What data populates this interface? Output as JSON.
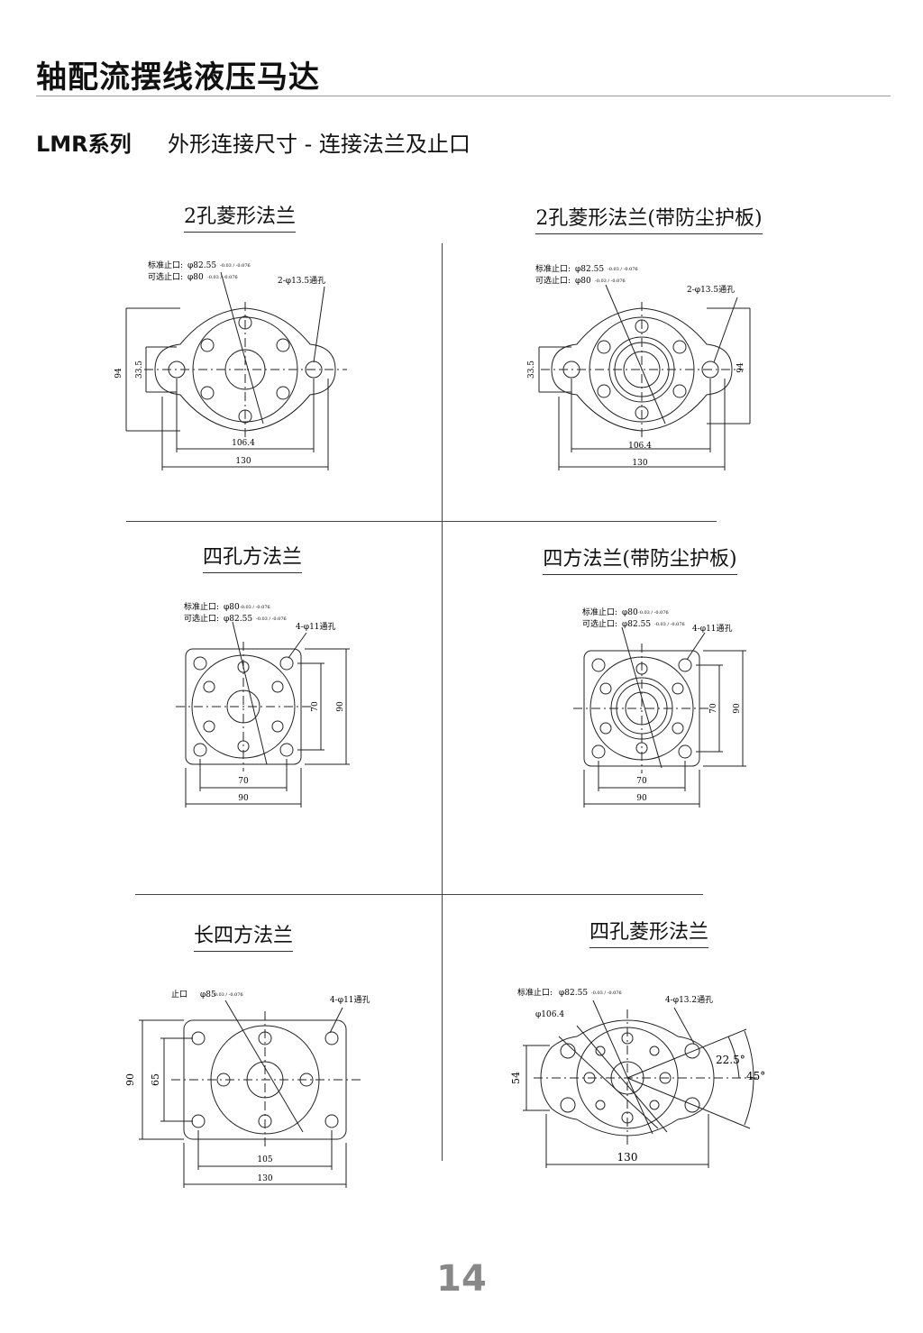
{
  "header": {
    "title": "轴配流摆线液压马达",
    "series": "LMR系列",
    "subtitle": "外形连接尺寸 - 连接法兰及止口"
  },
  "panels": {
    "p1": {
      "title": "2孔菱形法兰",
      "std_label": "标准止口:",
      "std_value": "φ82.55",
      "std_tol": "-0.03 / -0.076",
      "opt_label": "可选止口:",
      "opt_value": "φ80",
      "opt_tol": "-0.03 / -0.076",
      "hole_callout": "2-φ13.5通孔",
      "dim_h1": "94",
      "dim_h2": "33.5",
      "dim_w1": "106.4",
      "dim_w2": "130"
    },
    "p2": {
      "title": "2孔菱形法兰(带防尘护板)",
      "std_label": "标准止口:",
      "std_value": "φ82.55",
      "std_tol": "-0.03 / -0.076",
      "opt_label": "可选止口:",
      "opt_value": "φ80",
      "opt_tol": "-0.03 / -0.076",
      "hole_callout": "2-φ13.5通孔",
      "dim_h1": "94",
      "dim_h2": "33.5",
      "dim_w1": "106.4",
      "dim_w2": "130"
    },
    "p3": {
      "title": "四孔方法兰",
      "std_label": "标准止口:",
      "std_value": "φ80",
      "std_tol": "-0.03 / -0.076",
      "opt_label": "可选止口:",
      "opt_value": "φ82.55",
      "opt_tol": "-0.03 / -0.076",
      "hole_callout": "4-φ11通孔",
      "dim_h1": "70",
      "dim_h2": "90",
      "dim_w1": "70",
      "dim_w2": "90"
    },
    "p4": {
      "title": "四方法兰(带防尘护板)",
      "std_label": "标准止口:",
      "std_value": "φ80",
      "std_tol": "-0.03 / -0.076",
      "opt_label": "可选止口:",
      "opt_value": "φ82.55",
      "opt_tol": "-0.03 / -0.076",
      "hole_callout": "4-φ11通孔",
      "dim_h1": "70",
      "dim_h2": "90",
      "dim_w1": "70",
      "dim_w2": "90"
    },
    "p5": {
      "title": "长四方法兰",
      "std_label": "止口",
      "std_value": "φ85",
      "std_tol": "-0.03 / -0.076",
      "hole_callout": "4-φ11通孔",
      "dim_h1": "90",
      "dim_h2": "65",
      "dim_w1": "105",
      "dim_w2": "130"
    },
    "p6": {
      "title": "四孔菱形法兰",
      "std_label": "标准止口:",
      "std_value": "φ82.55",
      "std_tol": "-0.03 / -0.076",
      "pcd": "φ106.4",
      "hole_callout": "4-φ13.2通孔",
      "dim_h1": "54",
      "dim_w1": "130",
      "angle1": "22.5°",
      "angle2": "45°"
    }
  },
  "footer": {
    "page_number": "14"
  }
}
